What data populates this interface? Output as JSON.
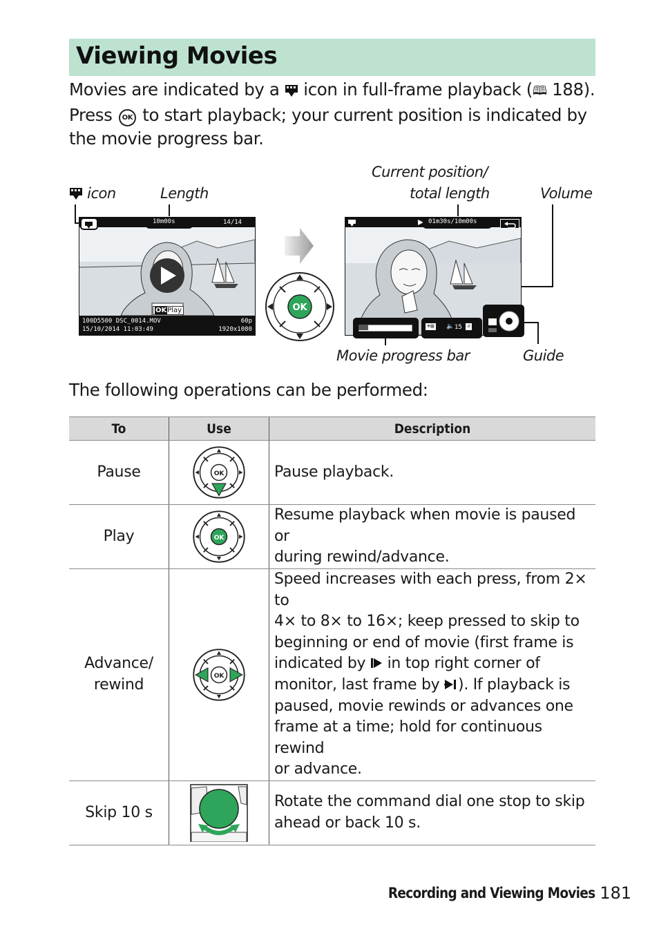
{
  "section_title": "Viewing Movies",
  "intro": {
    "line1_a": "Movies are indicated by a ",
    "line1_b": " icon in full-frame playback (",
    "line1_ref": " 188).",
    "line2_a": "Press ",
    "line2_b": " to start playback; your current position is indicated by",
    "line3": "the movie progress bar."
  },
  "ok_label": "OK",
  "figure": {
    "movie_icon_label": " icon",
    "length_label": "Length",
    "current_position_line1": "Current position/",
    "current_position_line2": "total length",
    "volume_label": "Volume",
    "progress_bar_label": "Movie progress bar",
    "guide_label": "Guide",
    "screen1": {
      "length_value": "10m00s",
      "frame_count": "14/14",
      "play_label": "Play",
      "folder_file": "100D5500    DSC_0014.MOV",
      "date_time": "15/10/2014 11:03:49",
      "fps": "60p",
      "frame_size": "1920x1080"
    },
    "screen2": {
      "position_value": "01m30s/10m00s",
      "volume_level": "15"
    }
  },
  "ops_intro": "The following operations can be performed:",
  "table": {
    "headers": [
      "To",
      "Use",
      "Description"
    ],
    "rows": [
      {
        "to_line1": "Pause",
        "to_line2": "",
        "desc": [
          "Pause playback."
        ]
      },
      {
        "to_line1": "Play",
        "to_line2": "",
        "desc": [
          "Resume playback when movie is paused or",
          "during rewind/advance."
        ]
      },
      {
        "to_line1": "Advance/",
        "to_line2": "rewind",
        "desc": [
          "Speed increases with each press, from 2× to",
          "4× to 8× to 16×; keep pressed to skip to",
          "beginning or end of movie (first frame is",
          "indicated by ",
          " in top right corner of",
          "monitor, last frame by ",
          ").  If playback is",
          "paused, movie rewinds or advances one",
          "frame at a time; hold for continuous rewind",
          "or advance."
        ]
      },
      {
        "to_line1": "Skip 10 s",
        "to_line2": "",
        "desc": [
          "Rotate the command dial one stop to skip",
          "ahead or back 10 s."
        ]
      }
    ]
  },
  "footer": {
    "section": "Recording and Viewing Movies",
    "page": "181"
  },
  "colors": {
    "title_band": "#bde3d0",
    "accent_green": "#2ea55a",
    "header_gray": "#d9d9d9"
  }
}
